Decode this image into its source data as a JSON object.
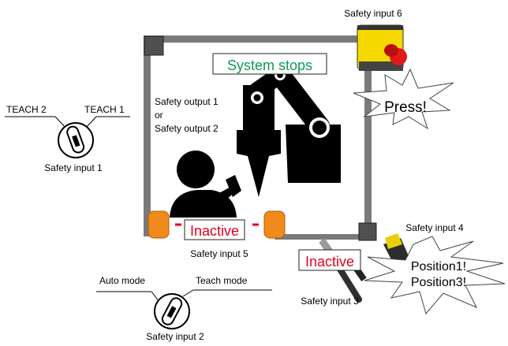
{
  "banner": {
    "system_stops": "System stops"
  },
  "labels": {
    "safety_input_6": "Safety input 6",
    "safety_input_1": "Safety input 1",
    "safety_input_2": "Safety input 2",
    "safety_input_3": "Safety input 3",
    "safety_input_4": "Safety input 4",
    "safety_input_5": "Safety input 5",
    "safety_output_1": "Safety output 1",
    "or": "or",
    "safety_output_2": "Safety output 2",
    "teach_2": "TEACH 2",
    "teach_1": "TEACH 1",
    "auto_mode": "Auto mode",
    "teach_mode": "Teach mode"
  },
  "callouts": {
    "press": "Press!",
    "position_1": "Position1!",
    "position_3": "Position3!"
  },
  "status": {
    "light_curtain": "Inactive",
    "enable_switch": "Inactive"
  },
  "colors": {
    "banner_text": "#119955",
    "inactive_text": "#e00020",
    "fence": "#707070",
    "curtain": "#f08a1c",
    "estop_body": "#f5d800",
    "estop_button": "#e01a1a",
    "silhouette": "#000000"
  },
  "icons": {
    "estop": "emergency-stop-icon",
    "robot": "robot-arm-icon",
    "operator": "operator-icon",
    "pendant": "teach-pendant-icon",
    "enable_switch": "enable-switch-icon",
    "key_switch": "key-selector-icon"
  }
}
